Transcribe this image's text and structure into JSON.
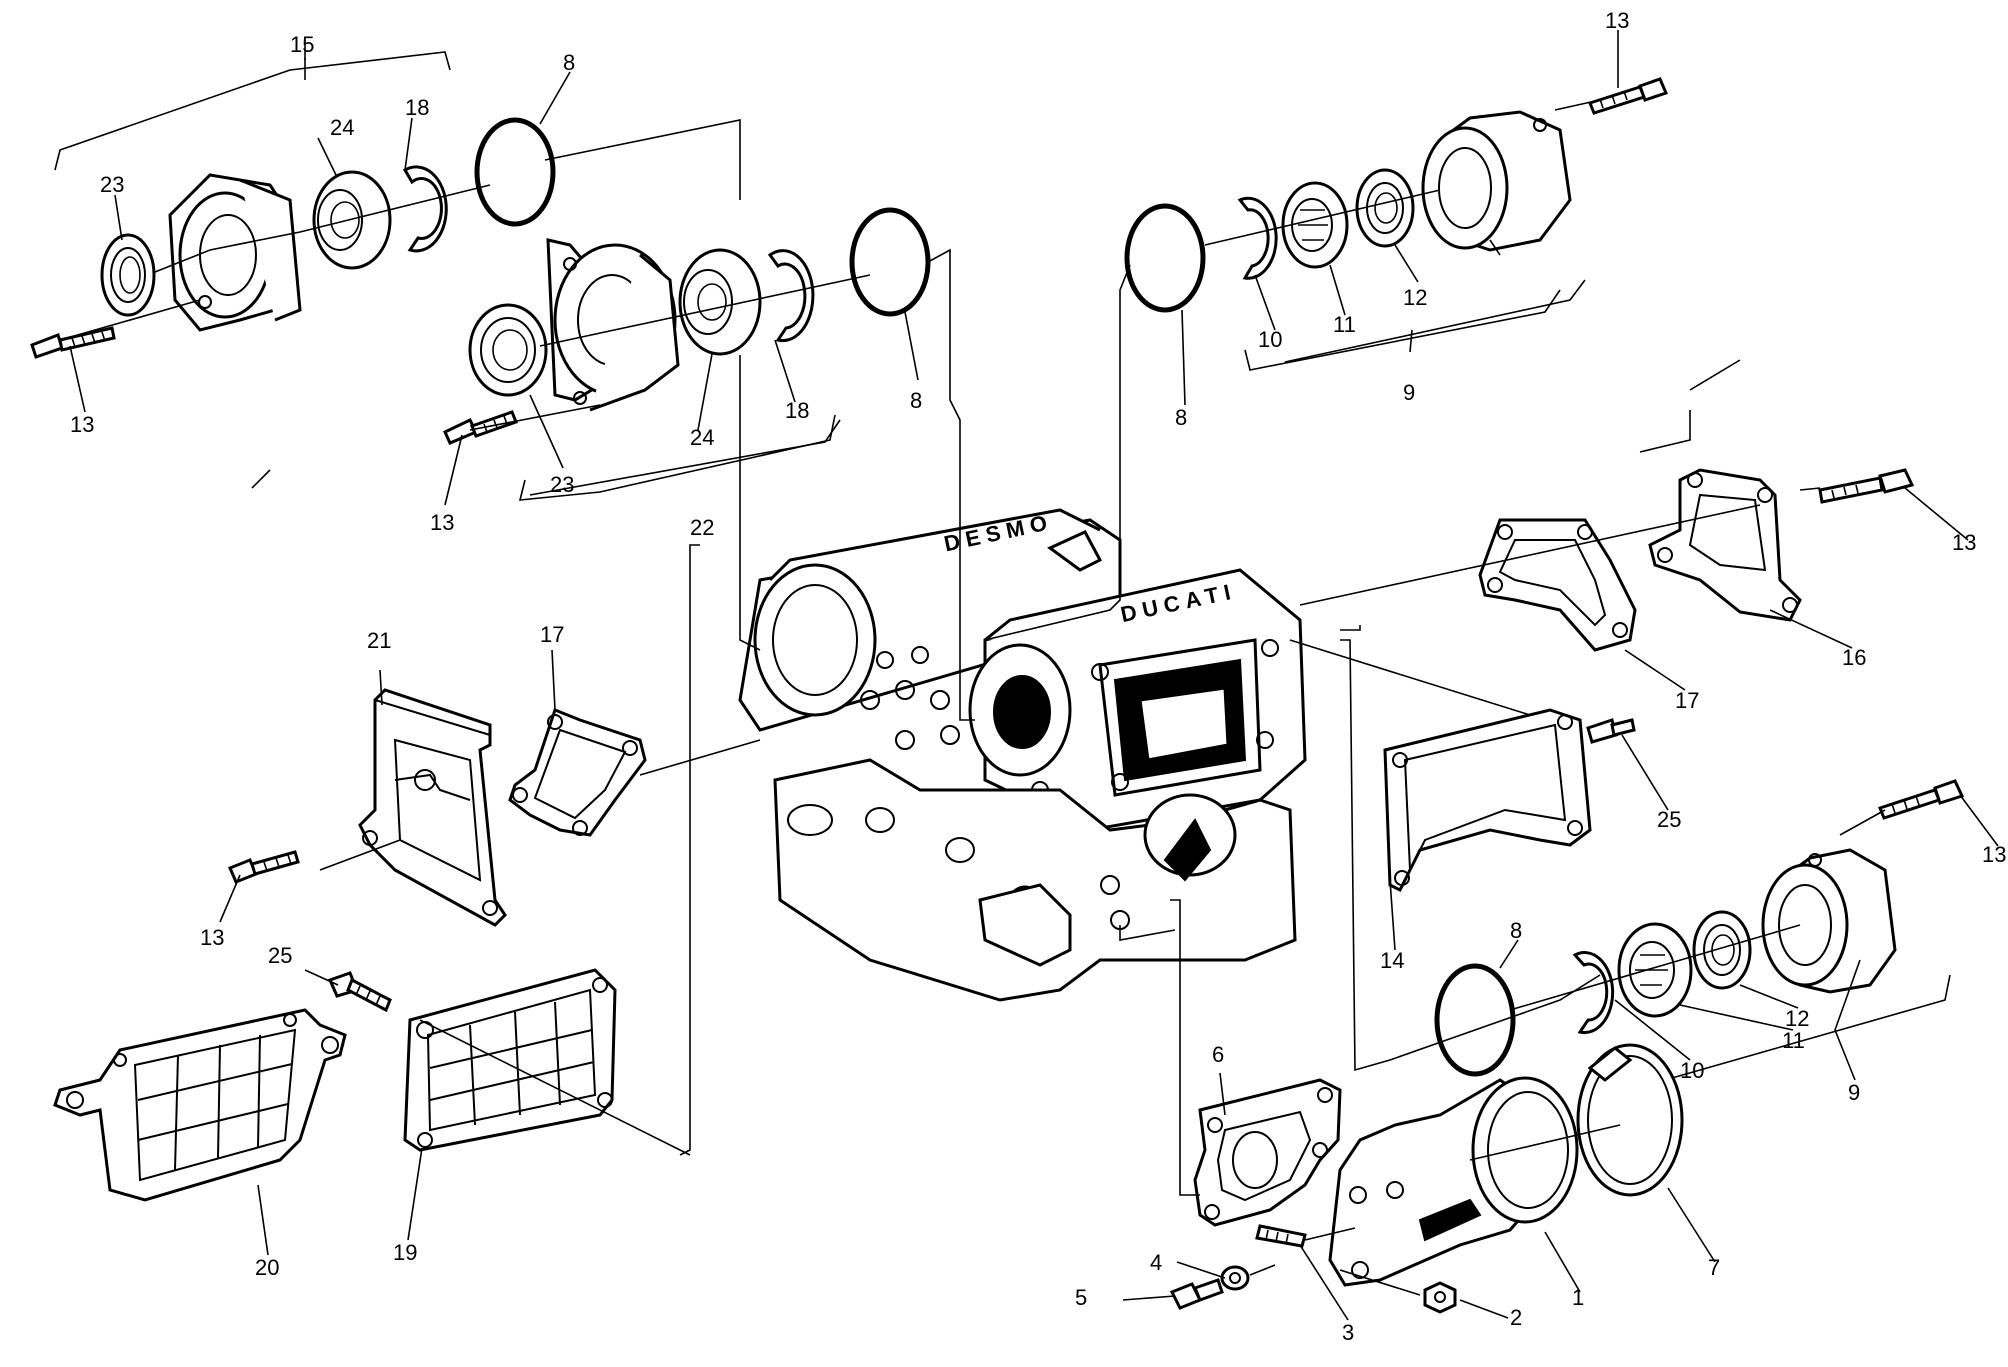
{
  "diagram": {
    "callouts": [
      "1",
      "2",
      "3",
      "4",
      "5",
      "6",
      "7",
      "8",
      "9",
      "10",
      "11",
      "12",
      "13",
      "14",
      "15",
      "16",
      "17",
      "18",
      "19",
      "20",
      "21",
      "22",
      "23",
      "24",
      "25"
    ],
    "head_castings": {
      "rear_text": "DESMO",
      "front_text": "DUCATI"
    }
  }
}
